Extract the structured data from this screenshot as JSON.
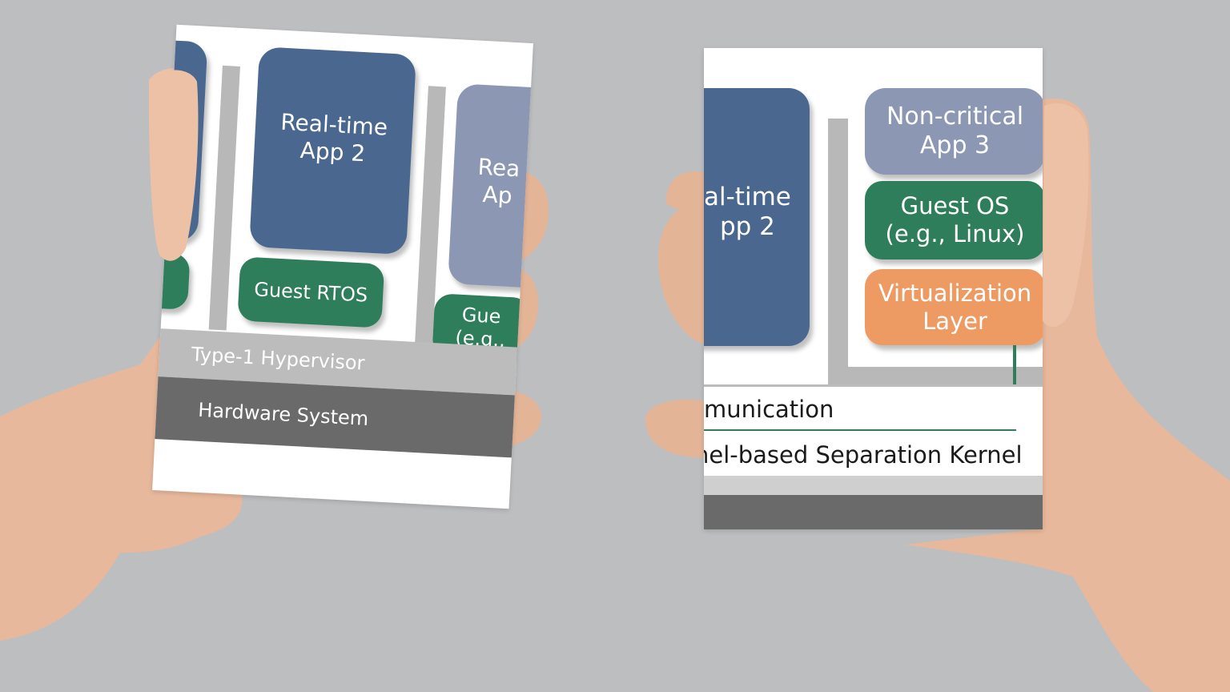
{
  "left_card": {
    "app_realtime": "Real-time\nApp 2",
    "app_partial": "Rea\nAp",
    "guest_rtos": "Guest RTOS",
    "guest_partial": "Gue\n(e.g.,",
    "hypervisor": "Type-1 Hypervisor",
    "hardware": "Hardware System"
  },
  "right_card": {
    "app_realtime_partial": "al-time\npp 2",
    "app_noncritical": "Non-critical\nApp 3",
    "guest_os": "Guest OS\n(e.g., Linux)",
    "virtualization": "Virtualization\nLayer",
    "communication_partial": "munication",
    "kernel_partial": "nel-based Separation Kernel"
  },
  "colors": {
    "realtime_blue": "#4a678f",
    "noncritical_lavender": "#8b97b3",
    "guest_green": "#2e7d5b",
    "virtualization_orange": "#ee9a63",
    "background": "#bdbec0"
  }
}
